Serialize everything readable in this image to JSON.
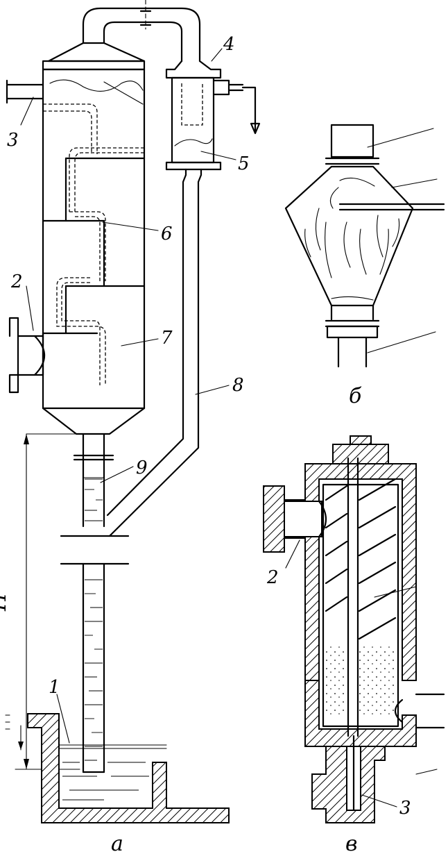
{
  "diagram": {
    "view_a": {
      "caption": "а",
      "height_label": "H",
      "parts": [
        "1",
        "2",
        "3",
        "4",
        "5",
        "6",
        "7",
        "8",
        "9"
      ]
    },
    "view_b": {
      "caption": "б"
    },
    "view_v": {
      "caption": "в",
      "parts": [
        "2",
        "3"
      ]
    }
  }
}
